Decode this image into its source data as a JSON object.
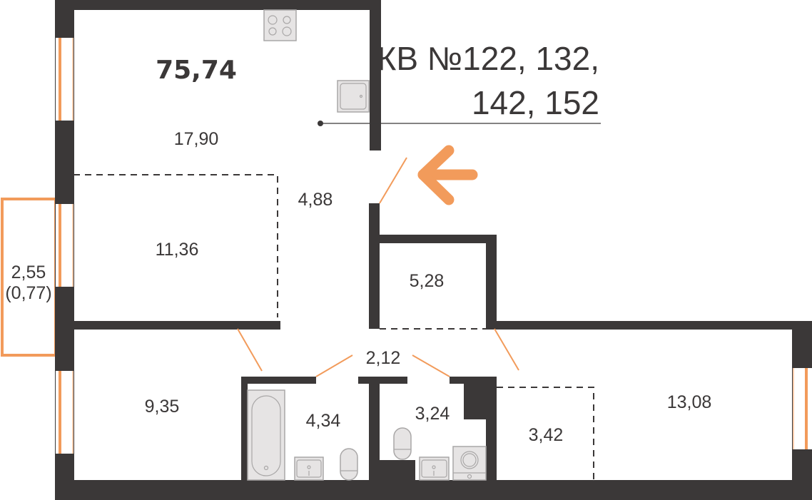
{
  "plan": {
    "title_line1": "КВ №122, 132,",
    "title_line2": "142, 152",
    "total_area": "75,74",
    "accent_color": "#f29b5b",
    "wall_color": "#3b3838",
    "rooms": {
      "kitchen": "17,90",
      "living": "11,36",
      "hall": "4,88",
      "balcony": "2,55",
      "balcony_reduced": "(0,77)",
      "storage": "5,28",
      "bedroom_left": "9,35",
      "bathroom": "4,34",
      "corridor": "2,12",
      "toilet": "3,24",
      "wardrobe": "3,42",
      "bedroom_right": "13,08"
    },
    "entrance_icon": "arrow-left-icon"
  }
}
